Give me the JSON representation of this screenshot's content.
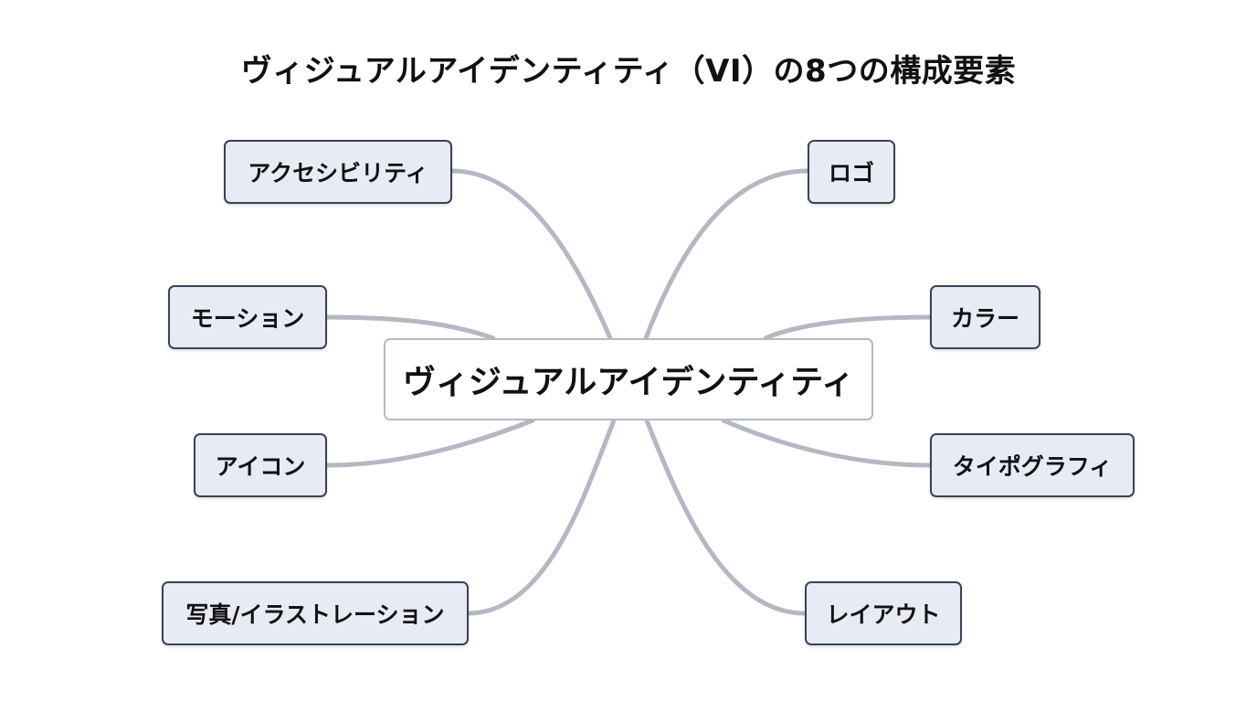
{
  "title": "ヴィジュアルアイデンティティ（VI）の8つの構成要素",
  "center": {
    "label": "ヴィジュアルアイデンティティ"
  },
  "elements": {
    "left": [
      {
        "label": "アクセシビリティ"
      },
      {
        "label": "モーション"
      },
      {
        "label": "アイコン"
      },
      {
        "label": "写真/イラストレーション"
      }
    ],
    "right": [
      {
        "label": "ロゴ"
      },
      {
        "label": "カラー"
      },
      {
        "label": "タイポグラフィ"
      },
      {
        "label": "レイアウト"
      }
    ]
  },
  "colors": {
    "node_fill": "#e8ebf4",
    "node_border": "#3a4256",
    "connector": "#b3b8c2",
    "center_border": "#b5b9c0"
  }
}
